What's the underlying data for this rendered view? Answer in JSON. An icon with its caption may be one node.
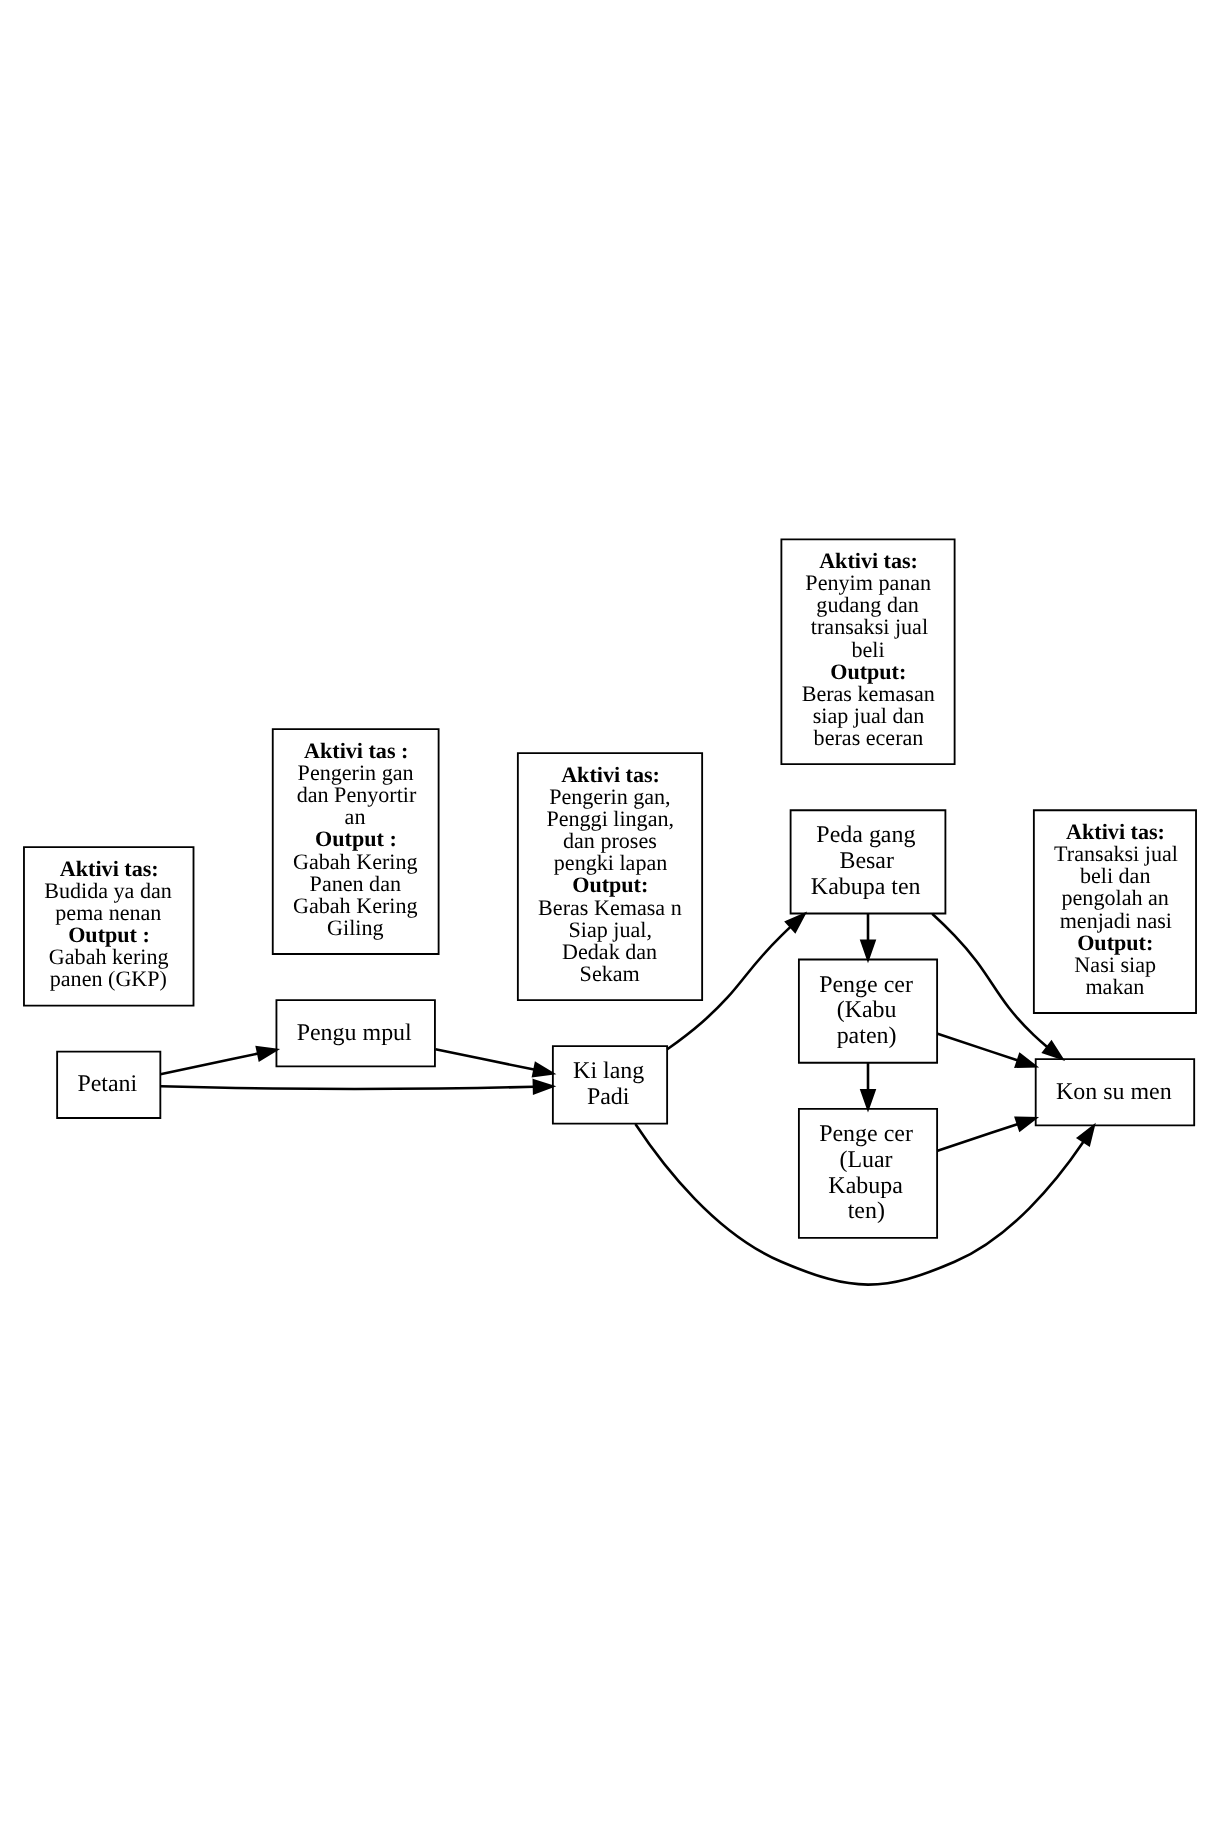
{
  "diagram": {
    "nodes": [
      {
        "text": [
          "Petani"
        ]
      },
      {
        "text": [
          "Pengu mpul"
        ]
      },
      {
        "text": [
          "Ki lang Padi"
        ]
      },
      {
        "text": [
          "Peda gang Besar Kabupa ten"
        ]
      },
      {
        "text": [
          "Kon su men"
        ]
      },
      {
        "text": [
          "Aktivi tas:",
          "Budida ya dan pema nenan",
          "Output :",
          "Gabah kering panen (GKP)"
        ]
      },
      {
        "text": [
          "Aktivi tas :",
          "Pengerin gan dan Penyortir an",
          "Output :",
          "Gabah Kering Panen dan Gabah Kering Giling"
        ]
      },
      {
        "text": [
          "Penge cer (Kabu paten)"
        ]
      },
      {
        "text": [
          "Aktivi tas:",
          "Pengerin gan, Penggi lingan, dan proses pengki lapan",
          "Output:",
          "Beras Kemasa n Siap jual, Dedak dan Sekam"
        ]
      },
      {
        "text": [
          "Penge cer (Luar Kabupa ten)"
        ]
      },
      {
        "text": [
          "Aktivi tas:",
          "Transaksi jual beli dan pengolah an menjadi nasi",
          "Output:",
          "Nasi siap makan"
        ]
      },
      {
        "text": [
          "Aktivi tas:",
          "Penyim panan gudang dan transaksi jual beli",
          "Output:",
          "Beras kemasan siap jual dan beras eceran"
        ]
      }
    ],
    "edges": [
      {
        "from": 0,
        "to": 1,
        "arrow": "to"
      },
      {
        "from": 1,
        "to": 2,
        "arrow": "to"
      },
      {
        "from": 0,
        "to": 2,
        "arrow": "to"
      },
      {
        "from": 2,
        "to": 3,
        "arrow": "to"
      },
      {
        "from": 3,
        "to": 4,
        "arrow": "to"
      },
      {
        "from": 2,
        "to": 4,
        "arrow": "to"
      },
      {
        "from": 3,
        "to": 7,
        "arrow": "to"
      },
      {
        "from": 7,
        "to": 4,
        "arrow": "to"
      },
      {
        "from": 7,
        "to": 9,
        "arrow": "to"
      },
      {
        "from": 9,
        "to": 4,
        "arrow": "to"
      }
    ]
  }
}
